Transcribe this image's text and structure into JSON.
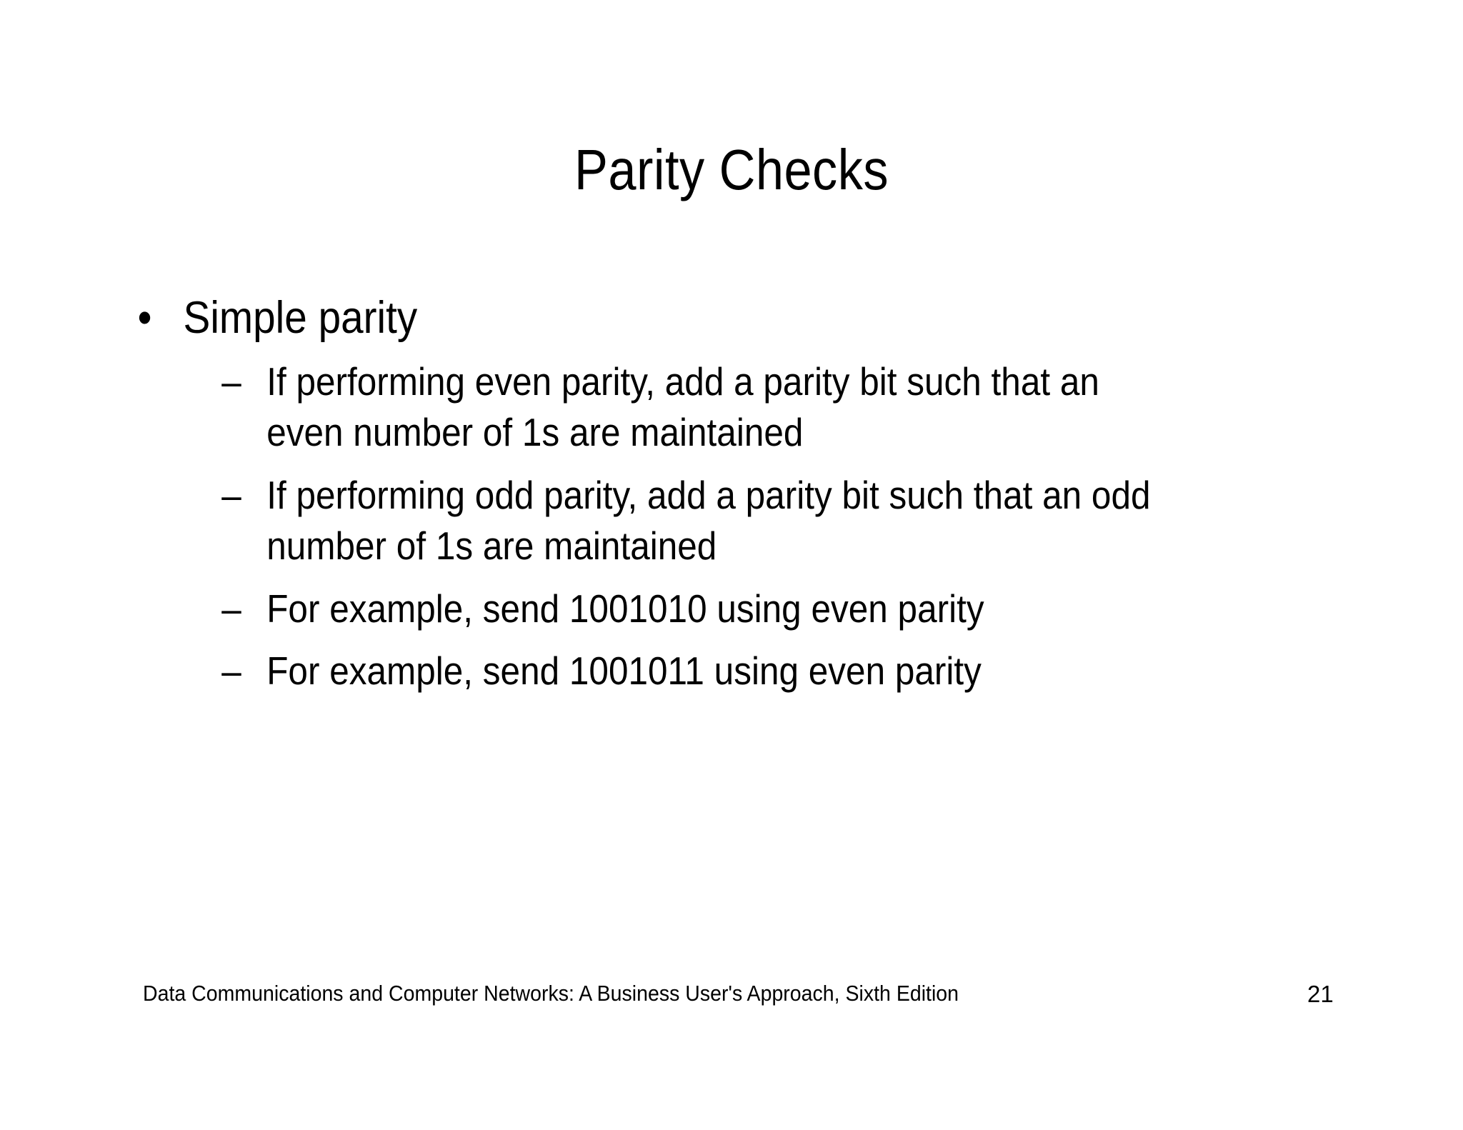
{
  "slide": {
    "title": "Parity Checks",
    "background_color": "#ffffff",
    "text_color": "#000000",
    "page_number": "21"
  },
  "content": {
    "bullets": [
      {
        "level": 1,
        "marker": "•",
        "text": "Simple parity",
        "children": [
          {
            "level": 2,
            "marker": "–",
            "text": "If performing even parity, add a parity bit such that an even number of 1s are maintained"
          },
          {
            "level": 2,
            "marker": "–",
            "text": "If performing odd parity, add a parity bit such that an odd number of 1s are maintained"
          },
          {
            "level": 2,
            "marker": "–",
            "text": "For example, send 1001010 using even parity"
          },
          {
            "level": 2,
            "marker": "–",
            "text": "For example, send 1001011 using even parity"
          }
        ]
      }
    ]
  },
  "footer": {
    "text": "Data Communications and Computer Networks: A Business User's Approach, Sixth Edition",
    "page_number": "21"
  }
}
